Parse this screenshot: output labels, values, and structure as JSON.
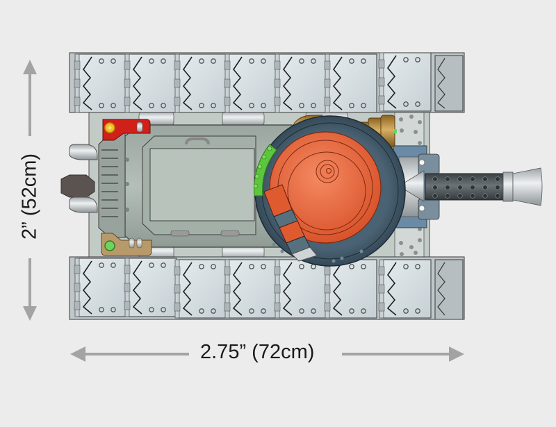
{
  "figure": {
    "subject": "miniature tank model, top-down CAD render",
    "background_color": "#ececec",
    "dimensions": {
      "width_label": "2.75” (72cm)",
      "height_label": "2” (52cm)",
      "arrow_color": "#a3a3a3",
      "text_color": "#1a1a1a"
    },
    "parts": {
      "tracks": {
        "count": 2,
        "segments_per_track": 8,
        "color": "#d5dde0",
        "outline": "#3a3a3a"
      },
      "hull": {
        "color": "#aab5ae",
        "deck_color": "#b7c3bb"
      },
      "engine_block": {
        "color": "#97a39c"
      },
      "exhaust_pipes": {
        "count": 2,
        "color": "#c8ccce"
      },
      "rear_hatch": {
        "color": "#5b5350"
      },
      "red_plate": {
        "color": "#d11f1a"
      },
      "yellow_gear": {
        "color": "#f2c21a"
      },
      "tan_plate": {
        "color": "#b89a6a"
      },
      "green_button": {
        "color": "#6ed45a"
      },
      "green_ring": {
        "color": "#5cc63c"
      },
      "turret_base": {
        "color": "#3f5566"
      },
      "turret_dome": {
        "color": "#e8643a",
        "highlight": "#f07a52"
      },
      "brass_pipe": {
        "color": "#b8893a"
      },
      "gun_mount": {
        "color": "#6a8aa6"
      },
      "gun_barrel": {
        "color": "#4c5356",
        "hole_color": "#2e3335"
      },
      "muzzle": {
        "color": "#c9cdcf"
      }
    }
  }
}
